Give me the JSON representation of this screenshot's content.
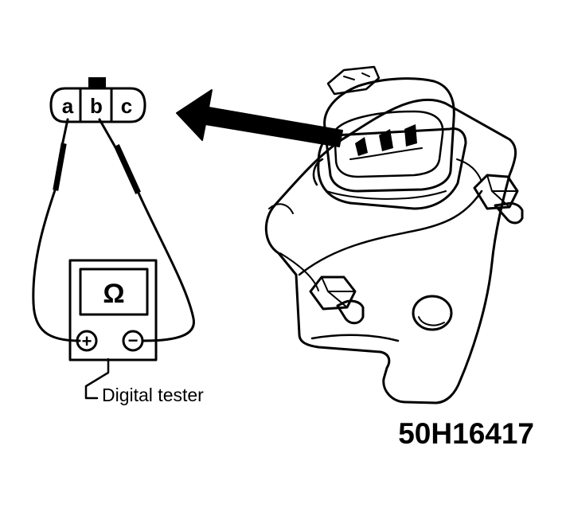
{
  "connector": {
    "terminals": [
      "a",
      "b",
      "c"
    ]
  },
  "tester": {
    "display_symbol": "Ω",
    "plus_symbol": "+",
    "minus_symbol": "−",
    "label": "Digital tester"
  },
  "figure_code": "50H16417"
}
